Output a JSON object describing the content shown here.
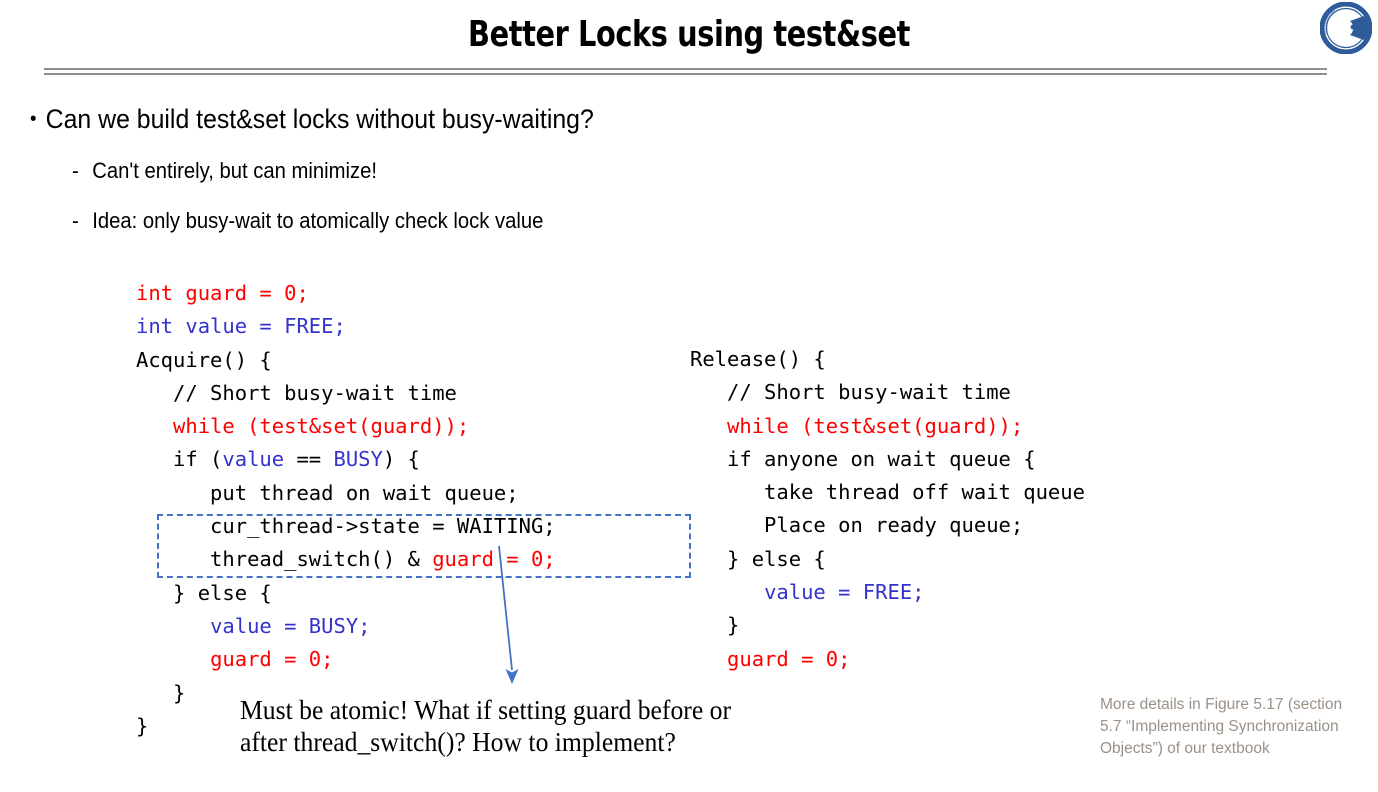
{
  "slide": {
    "title": "Better Locks using test&set",
    "logo_icon": "university-seal-icon"
  },
  "bullets": {
    "bullet_symbol": "•",
    "dash_symbol": "-",
    "level1": "Can we build test&set locks without busy-waiting?",
    "level2": [
      "Can't entirely, but can minimize!",
      "Idea: only busy-wait to atomically check lock value"
    ]
  },
  "code_left": {
    "title": "Acquire",
    "lines": [
      [
        {
          "t": "int guard = 0;",
          "c": "red"
        }
      ],
      [
        {
          "t": "int value = FREE;",
          "c": "blue"
        }
      ],
      [
        {
          "t": "Acquire() {",
          "c": "blk"
        }
      ],
      [
        {
          "t": "   // Short busy-wait time",
          "c": "blk"
        }
      ],
      [
        {
          "t": "   while (test&set(guard));",
          "c": "red"
        }
      ],
      [
        {
          "t": "   if (",
          "c": "blk"
        },
        {
          "t": "value",
          "c": "blue"
        },
        {
          "t": " == ",
          "c": "blk"
        },
        {
          "t": "BUSY",
          "c": "blue"
        },
        {
          "t": ") {",
          "c": "blk"
        }
      ],
      [
        {
          "t": "      put thread on wait queue;",
          "c": "blk"
        }
      ],
      [
        {
          "t": "      cur_thread->state = WAITING;",
          "c": "blk"
        }
      ],
      [
        {
          "t": "      thread_switch() & ",
          "c": "blk"
        },
        {
          "t": "guard = 0;",
          "c": "red"
        }
      ],
      [
        {
          "t": "   } else {",
          "c": "blk"
        }
      ],
      [
        {
          "t": "      ",
          "c": "blk"
        },
        {
          "t": "value = BUSY;",
          "c": "blue"
        }
      ],
      [
        {
          "t": "      ",
          "c": "blk"
        },
        {
          "t": "guard = 0;",
          "c": "red"
        }
      ],
      [
        {
          "t": "   }",
          "c": "blk"
        }
      ],
      [
        {
          "t": "}",
          "c": "blk"
        }
      ]
    ]
  },
  "code_right": {
    "title": "Release",
    "lines": [
      [
        {
          "t": "Release() {",
          "c": "blk"
        }
      ],
      [
        {
          "t": "   // Short busy-wait time",
          "c": "blk"
        }
      ],
      [
        {
          "t": "   while (test&set(guard));",
          "c": "red"
        }
      ],
      [
        {
          "t": "   if anyone on wait queue {",
          "c": "blk"
        }
      ],
      [
        {
          "t": "      take thread off wait queue",
          "c": "blk"
        }
      ],
      [
        {
          "t": "      Place on ready queue;",
          "c": "blk"
        }
      ],
      [
        {
          "t": "   } else {",
          "c": "blk"
        }
      ],
      [
        {
          "t": "      ",
          "c": "blk"
        },
        {
          "t": "value = FREE;",
          "c": "blue"
        }
      ],
      [
        {
          "t": "   }",
          "c": "blk"
        }
      ],
      [
        {
          "t": "   ",
          "c": "blk"
        },
        {
          "t": "guard = 0;",
          "c": "red"
        }
      ]
    ]
  },
  "annotation": {
    "caption_line1": "Must be atomic! What if setting guard before or",
    "caption_line2": "after thread_switch()? How to implement?",
    "arrow_icon": "down-arrow-icon",
    "highlight_box_icon": "dashed-highlight-box"
  },
  "textbook_note": {
    "line1": "More details in Figure 5.17 (section",
    "line2": "5.7 “Implementing Synchronization",
    "line3": "Objects”) of our textbook"
  },
  "colors": {
    "code_red": "#ff0000",
    "code_blue": "#3333cc",
    "highlight_blue": "#4472c4",
    "rule_gray": "#8e8e8e",
    "note_gray": "#9b9188"
  }
}
